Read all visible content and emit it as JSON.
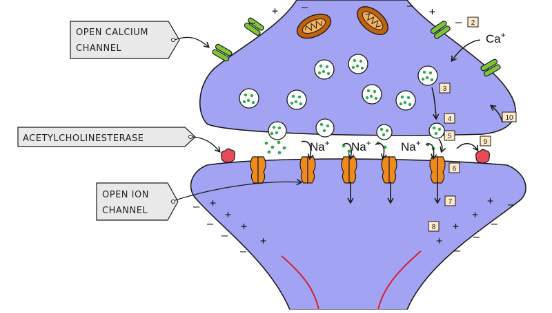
{
  "labels": {
    "calcium_channel": [
      "OPEN CALCIUM",
      "CHANNEL"
    ],
    "acetylcholinesterase": "ACETYLCHOLINESTERASE",
    "ion_channel": [
      "OPEN ION",
      "CHANNEL"
    ]
  },
  "ions": {
    "calcium": "Ca",
    "calcium_charge": "+",
    "sodium": "Na",
    "sodium_charge": "+"
  },
  "steps": [
    "2",
    "3",
    "4",
    "5",
    "6",
    "7",
    "8",
    "9",
    "10"
  ],
  "charges": {
    "plus": "+",
    "minus": "–"
  },
  "colors": {
    "presynaptic": "#a3a3f3",
    "postsynaptic": "#a3a3f3",
    "outline": "#1a1a1a",
    "calcium_channel": "#7cc63a",
    "receptor": "#f08a1c",
    "vesicle_dot": "#2fa84f",
    "mitochondrion": "#c0620e",
    "acetylcholinesterase": "#e84a5a",
    "step_box": "#fde8c8",
    "tag_fill": "#e9e9e9",
    "nerve_line": "#d42030"
  }
}
